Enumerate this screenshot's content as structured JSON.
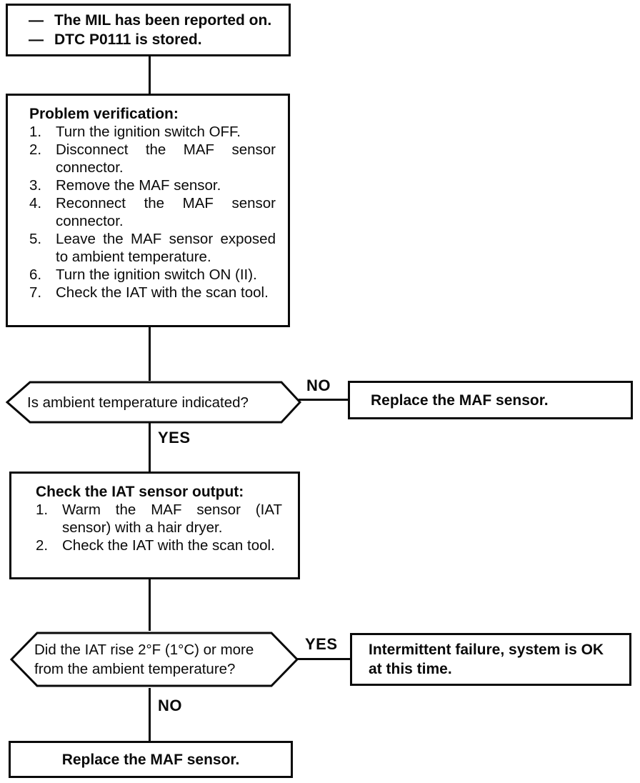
{
  "start_box": {
    "dash": "—",
    "line1": "The MIL has been reported on.",
    "line2": "DTC P0111 is stored."
  },
  "problem_verification": {
    "title": "Problem verification:",
    "steps": [
      {
        "num": "1.",
        "text": "Turn the ignition switch OFF."
      },
      {
        "num": "2.",
        "text": "Disconnect the MAF sensor connector."
      },
      {
        "num": "3.",
        "text": "Remove the MAF sensor."
      },
      {
        "num": "4.",
        "text": "Reconnect the MAF sensor connector."
      },
      {
        "num": "5.",
        "text": "Leave the MAF sensor exposed to ambient temperature."
      },
      {
        "num": "6.",
        "text": "Turn the ignition switch ON (II)."
      },
      {
        "num": "7.",
        "text": "Check the IAT with the scan tool."
      }
    ]
  },
  "decision_ambient": {
    "question": "Is ambient temperature indicated?",
    "no_label": "NO",
    "yes_label": "YES"
  },
  "replace_maf_no_branch": {
    "text": "Replace the MAF sensor."
  },
  "check_iat_output": {
    "title": "Check the IAT sensor output:",
    "steps": [
      {
        "num": "1.",
        "text": "Warm the MAF sensor (IAT sensor) with a hair dryer."
      },
      {
        "num": "2.",
        "text": "Check the IAT with the scan tool."
      }
    ]
  },
  "decision_iat_rise": {
    "question": "Did the IAT rise 2°F (1°C) or more from the ambient temperature?",
    "yes_label": "YES",
    "no_label": "NO"
  },
  "intermittent_box": {
    "text": "Intermittent failure, system is OK at this time."
  },
  "replace_maf_final": {
    "text": "Replace the MAF sensor."
  },
  "colors": {
    "ink": "#0a0a0a",
    "paper": "#ffffff"
  }
}
